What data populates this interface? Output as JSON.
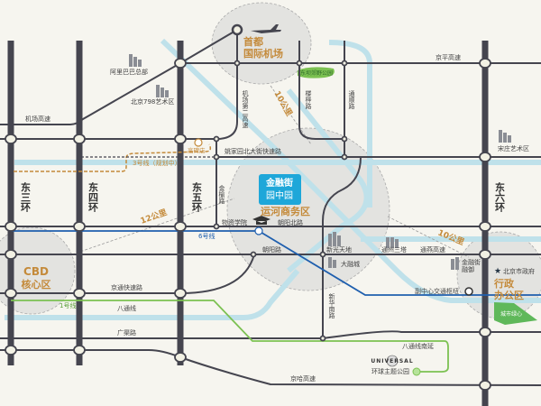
{
  "rings": {
    "east3": "东三环",
    "east4": "东四环",
    "east5": "东五环",
    "east6": "东六环"
  },
  "districts": {
    "airport": [
      "首都",
      "国际机场"
    ],
    "canal": "运河商务区",
    "cbd": [
      "CBD",
      "核心区"
    ],
    "admin": [
      "行政",
      "办公区"
    ]
  },
  "project_logo": {
    "line1": "金融街",
    "line2": "园中园",
    "color": "#1ea7d9"
  },
  "roads": {
    "airport_expwy": "机场高速",
    "airport_2nd": "机场第二高速",
    "jingping": "京平高速",
    "dongba": "楼梓路",
    "tongshun": "通顺路",
    "yaojiayuan": "姚家园北大街快速路",
    "jinyu": "金榆路",
    "chaoyang_n": "朝阳北路",
    "chaoyang": "朝阳路",
    "jingtong": "京通快速路",
    "batong": "八通线",
    "guangqu": "广渠路",
    "tongyan": "通燕高速",
    "xinhua_s": "新华南路",
    "jingha": "京哈高速",
    "batong_s": "八通线南延"
  },
  "metro": {
    "line6": "6号线",
    "line1": "1号线",
    "line3": "3号线（规划中）",
    "line6_color": "#1f5fae",
    "line1_color": "#7cc152",
    "line3_color": "#c48a3a"
  },
  "distances": {
    "to_airport": "10公里",
    "to_cbd": "12公里",
    "to_admin": "10公里"
  },
  "landmarks": {
    "alibaba": "阿里巴巴总部",
    "art798": "北京798艺术区",
    "dongba_park": "东坝郊野公园",
    "songzhuang": "宋庄艺术区",
    "gaobeidian": "高碑店",
    "wuzi": "物资学院",
    "xinguang": "新光天地",
    "dayuecheng": "大融城",
    "tongzhou": "通州三塔",
    "jinrongjie": [
      "金融街",
      "融御"
    ],
    "govt": "北京市政府",
    "hub": "副中心交通枢纽",
    "green_heart": "城市绿心",
    "universal_logo": "UNIVERSAL",
    "universal": "环球主题公园"
  },
  "icons": [
    "airplane-icon",
    "building-icon",
    "graduation-cap-icon",
    "star-icon",
    "metro-station-icon",
    "park-icon"
  ]
}
